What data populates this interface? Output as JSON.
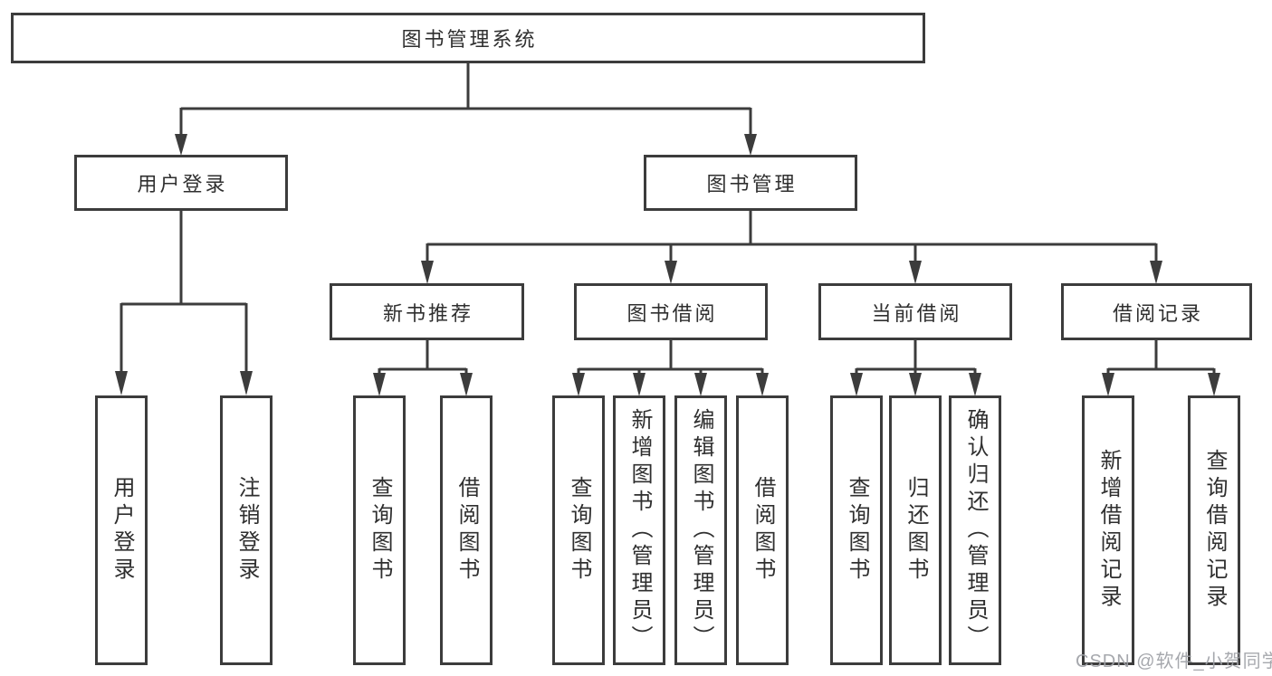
{
  "tree": {
    "root": {
      "label": "图书管理系统"
    },
    "branches": [
      {
        "label": "用户登录",
        "children": [
          {
            "label": "用户登录"
          },
          {
            "label": "注销登录"
          }
        ]
      },
      {
        "label": "图书管理",
        "children": [
          {
            "label": "新书推荐",
            "children": [
              {
                "label": "查询图书"
              },
              {
                "label": "借阅图书"
              }
            ]
          },
          {
            "label": "图书借阅",
            "children": [
              {
                "label": "查询图书"
              },
              {
                "label": "新增图书（管理员）"
              },
              {
                "label": "编辑图书（管理员）"
              },
              {
                "label": "借阅图书"
              }
            ]
          },
          {
            "label": "当前借阅",
            "children": [
              {
                "label": "查询图书"
              },
              {
                "label": "归还图书"
              },
              {
                "label": "确认归还（管理员）"
              }
            ]
          },
          {
            "label": "借阅记录",
            "children": [
              {
                "label": "新增借阅记录"
              },
              {
                "label": "查询借阅记录"
              }
            ]
          }
        ]
      }
    ]
  },
  "watermark": {
    "text": "CSDN @软件_小贺同学"
  },
  "colors": {
    "line": "#3c3c3c",
    "text": "#2f2f2f",
    "background": "#ffffff",
    "watermark": "#9ea1a6"
  }
}
